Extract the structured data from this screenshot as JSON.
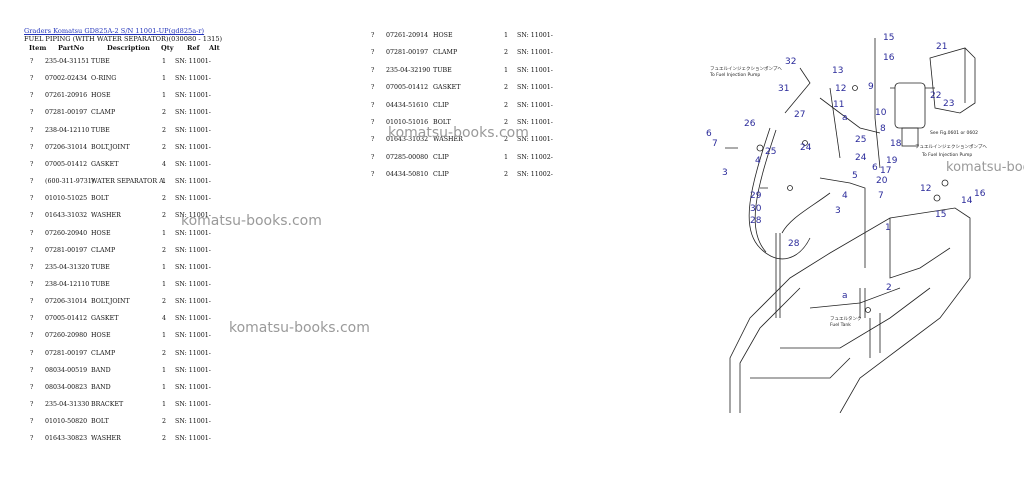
{
  "header": {
    "link": "Graders Komatsu GD825A-2 S/N 11001-UP(gd825a-r)",
    "title": "FUEL PIPING (WITH WATER SEPARATOR)(030080 - 1315)"
  },
  "columns": {
    "item": "Item",
    "partno": "PartNo",
    "desc": "Description",
    "qty": "Qty",
    "ref": "Ref",
    "alt": "Alt"
  },
  "left_rows": [
    {
      "item": "?",
      "partno": "235-04-31151",
      "desc": "TUBE",
      "qty": "1",
      "ref": "SN: 11001-"
    },
    {
      "item": "?",
      "partno": "07002-02434",
      "desc": "O-RING",
      "qty": "1",
      "ref": "SN: 11001-"
    },
    {
      "item": "?",
      "partno": "07261-20916",
      "desc": "HOSE",
      "qty": "1",
      "ref": "SN: 11001-"
    },
    {
      "item": "?",
      "partno": "07281-00197",
      "desc": "CLAMP",
      "qty": "2",
      "ref": "SN: 11001-"
    },
    {
      "item": "?",
      "partno": "238-04-12110",
      "desc": "TUBE",
      "qty": "2",
      "ref": "SN: 11001-"
    },
    {
      "item": "?",
      "partno": "07206-31014",
      "desc": "BOLT,JOINT",
      "qty": "2",
      "ref": "SN: 11001-"
    },
    {
      "item": "?",
      "partno": "07005-01412",
      "desc": "GASKET",
      "qty": "4",
      "ref": "SN: 11001-"
    },
    {
      "item": "?",
      "partno": "(600-311-9731)",
      "desc": "WATER SEPARATOR A.",
      "qty": "1",
      "ref": "SN: 11001-"
    },
    {
      "item": "?",
      "partno": "01010-51025",
      "desc": "BOLT",
      "qty": "2",
      "ref": "SN: 11001-"
    },
    {
      "item": "?",
      "partno": "01643-31032",
      "desc": "WASHER",
      "qty": "2",
      "ref": "SN: 11001-"
    },
    {
      "item": "?",
      "partno": "07260-20940",
      "desc": "HOSE",
      "qty": "1",
      "ref": "SN: 11001-"
    },
    {
      "item": "?",
      "partno": "07281-00197",
      "desc": "CLAMP",
      "qty": "2",
      "ref": "SN: 11001-"
    },
    {
      "item": "?",
      "partno": "235-04-31320",
      "desc": "TUBE",
      "qty": "1",
      "ref": "SN: 11001-"
    },
    {
      "item": "?",
      "partno": "238-04-12110",
      "desc": "TUBE",
      "qty": "1",
      "ref": "SN: 11001-"
    },
    {
      "item": "?",
      "partno": "07206-31014",
      "desc": "BOLT,JOINT",
      "qty": "2",
      "ref": "SN: 11001-"
    },
    {
      "item": "?",
      "partno": "07005-01412",
      "desc": "GASKET",
      "qty": "4",
      "ref": "SN: 11001-"
    },
    {
      "item": "?",
      "partno": "07260-20980",
      "desc": "HOSE",
      "qty": "1",
      "ref": "SN: 11001-"
    },
    {
      "item": "?",
      "partno": "07281-00197",
      "desc": "CLAMP",
      "qty": "2",
      "ref": "SN: 11001-"
    },
    {
      "item": "?",
      "partno": "08034-00519",
      "desc": "BAND",
      "qty": "1",
      "ref": "SN: 11001-"
    },
    {
      "item": "?",
      "partno": "08034-00823",
      "desc": "BAND",
      "qty": "1",
      "ref": "SN: 11001-"
    },
    {
      "item": "?",
      "partno": "235-04-31330",
      "desc": "BRACKET",
      "qty": "1",
      "ref": "SN: 11001-"
    },
    {
      "item": "?",
      "partno": "01010-50820",
      "desc": "BOLT",
      "qty": "2",
      "ref": "SN: 11001-"
    },
    {
      "item": "?",
      "partno": "01643-30823",
      "desc": "WASHER",
      "qty": "2",
      "ref": "SN: 11001-"
    }
  ],
  "right_rows": [
    {
      "item": "?",
      "partno": "07261-20914",
      "desc": "HOSE",
      "qty": "1",
      "ref": "SN: 11001-"
    },
    {
      "item": "?",
      "partno": "07281-00197",
      "desc": "CLAMP",
      "qty": "2",
      "ref": "SN: 11001-"
    },
    {
      "item": "?",
      "partno": "235-04-32190",
      "desc": "TUBE",
      "qty": "1",
      "ref": "SN: 11001-"
    },
    {
      "item": "?",
      "partno": "07005-01412",
      "desc": "GASKET",
      "qty": "2",
      "ref": "SN: 11001-"
    },
    {
      "item": "?",
      "partno": "04434-51610",
      "desc": "CLIP",
      "qty": "2",
      "ref": "SN: 11001-"
    },
    {
      "item": "?",
      "partno": "01010-51016",
      "desc": "BOLT",
      "qty": "2",
      "ref": "SN: 11001-"
    },
    {
      "item": "?",
      "partno": "01643-31032",
      "desc": "WASHER",
      "qty": "2",
      "ref": "SN: 11001-"
    },
    {
      "item": "?",
      "partno": "07285-00080",
      "desc": "CLIP",
      "qty": "1",
      "ref": "SN: 11002-"
    },
    {
      "item": "?",
      "partno": "04434-50810",
      "desc": "CLIP",
      "qty": "2",
      "ref": "SN: 11002-"
    }
  ],
  "watermark": "komatsu-books.com",
  "diagram": {
    "callouts": [
      "1",
      "2",
      "3",
      "3",
      "4",
      "4",
      "5",
      "6",
      "6",
      "7",
      "7",
      "8",
      "9",
      "10",
      "11",
      "12",
      "12",
      "13",
      "14",
      "15",
      "15",
      "16",
      "16",
      "17",
      "18",
      "19",
      "20",
      "21",
      "22",
      "23",
      "24",
      "24",
      "25",
      "25",
      "26",
      "27",
      "28",
      "28",
      "29",
      "30",
      "31",
      "32",
      "a",
      "a"
    ],
    "notes": [
      "To Fuel Injection Pump",
      "To Fuel Injection Pump",
      "Fuel Tank",
      "See Fig.0601 or 0602",
      "フュエルインジェクションポンプへ",
      "フュエルタンク"
    ]
  }
}
